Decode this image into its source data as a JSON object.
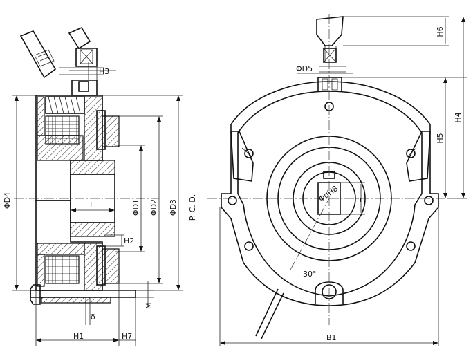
{
  "labels": {
    "H1": "H1",
    "H2": "H2",
    "H3": "H3",
    "H4": "H4",
    "H5": "H5",
    "H6": "H6",
    "H7": "H7",
    "B1": "B1",
    "L": "L",
    "M": "M",
    "delta": "δ",
    "h": "h",
    "D1": "ΦD1",
    "D2": "ΦD2",
    "D3": "ΦD3",
    "D4": "ΦD4",
    "D5": "ΦD5",
    "DH8": "ΦdH8",
    "PCD": "P. C. D.",
    "angle": "30°"
  },
  "colors": {
    "line": "#111111",
    "background": "#ffffff"
  }
}
